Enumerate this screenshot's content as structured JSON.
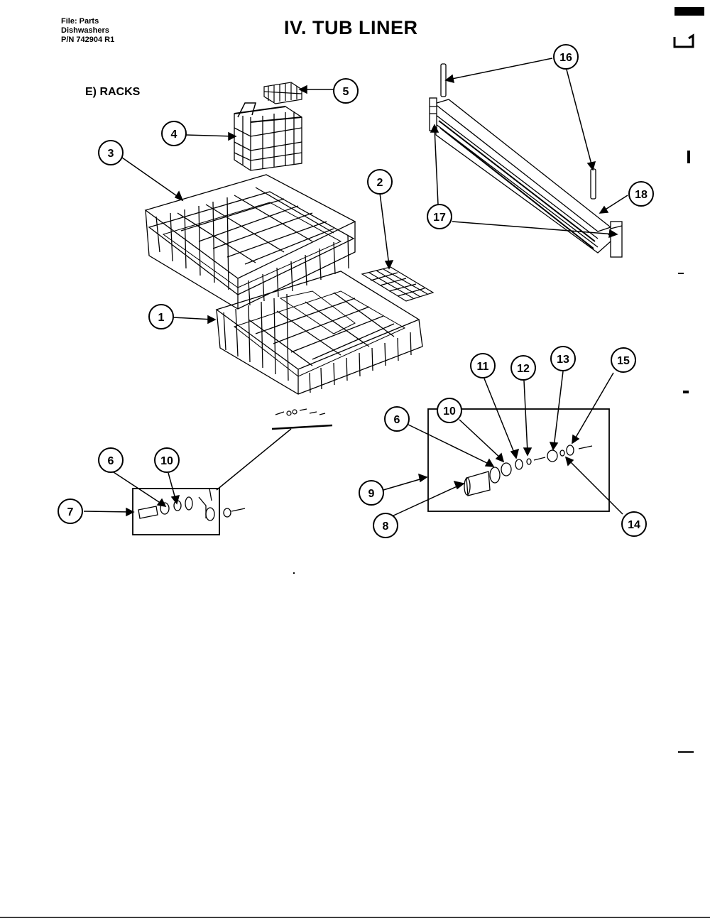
{
  "header": {
    "file_line": "File: Parts",
    "product_line": "Dishwashers",
    "pn_line": "P/N 742904 R1"
  },
  "title": "IV. TUB LINER",
  "section_label": "E) RACKS",
  "callouts": [
    "1",
    "2",
    "3",
    "4",
    "5",
    "6",
    "7",
    "8",
    "9",
    "10",
    "11",
    "12",
    "13",
    "14",
    "15",
    "16",
    "17",
    "18"
  ]
}
